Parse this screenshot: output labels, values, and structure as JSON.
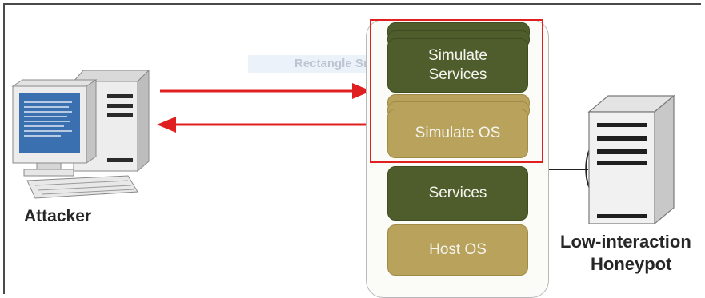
{
  "nodes": {
    "attacker_label": "Attacker",
    "honeypot_label_line1": "Low-interaction",
    "honeypot_label_line2": "Honeypot"
  },
  "stack": {
    "simulate_services": "Simulate Services",
    "simulate_os": "Simulate OS",
    "services": "Services",
    "host_os": "Host OS"
  },
  "overlay": {
    "ghost_tooltip": "Rectangle Snip"
  },
  "colors": {
    "arrow": "#e02020",
    "highlight_border": "#e02020",
    "layer_green": "#4e5d2b",
    "layer_tan": "#b8a25c",
    "monitor_screen": "#3a6fb0"
  }
}
